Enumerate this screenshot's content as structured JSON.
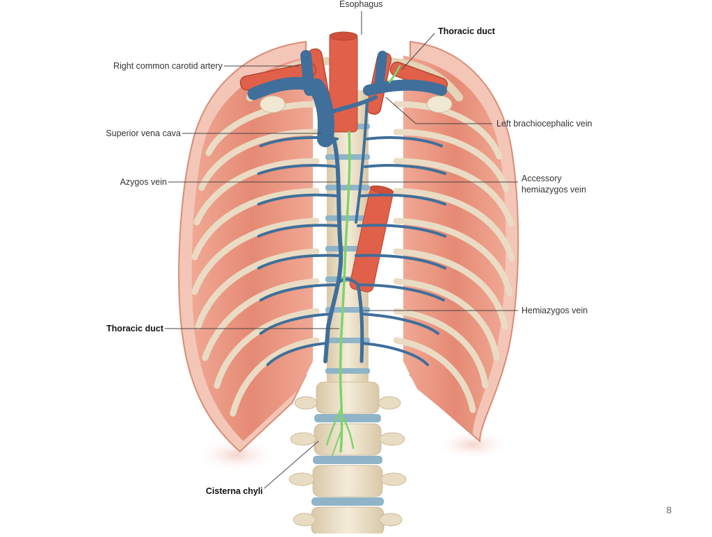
{
  "labels": {
    "esophagus": "Esophagus",
    "thoracic_duct_top": "Thoracic duct",
    "right_common_carotid": "Right common carotid artery",
    "left_brachiocephalic": "Left brachiocephalic vein",
    "superior_vena_cava": "Superior vena cava",
    "azygos_vein": "Azygos vein",
    "accessory_hemiazygos_1": "Accessory",
    "accessory_hemiazygos_2": "hemiazygos vein",
    "hemiazygos_vein": "Hemiazygos vein",
    "thoracic_duct_left": "Thoracic duct",
    "cisterna_chyli": "Cisterna chyli"
  },
  "page_number": "8",
  "colors": {
    "muscle": "#e8937e",
    "rib": "#eadcc4",
    "vein": "#3f6f9a",
    "artery": "#e0604a",
    "lymph": "#7dd36a",
    "vertebra": "#eee3cb",
    "disc": "#8fb4c8"
  }
}
